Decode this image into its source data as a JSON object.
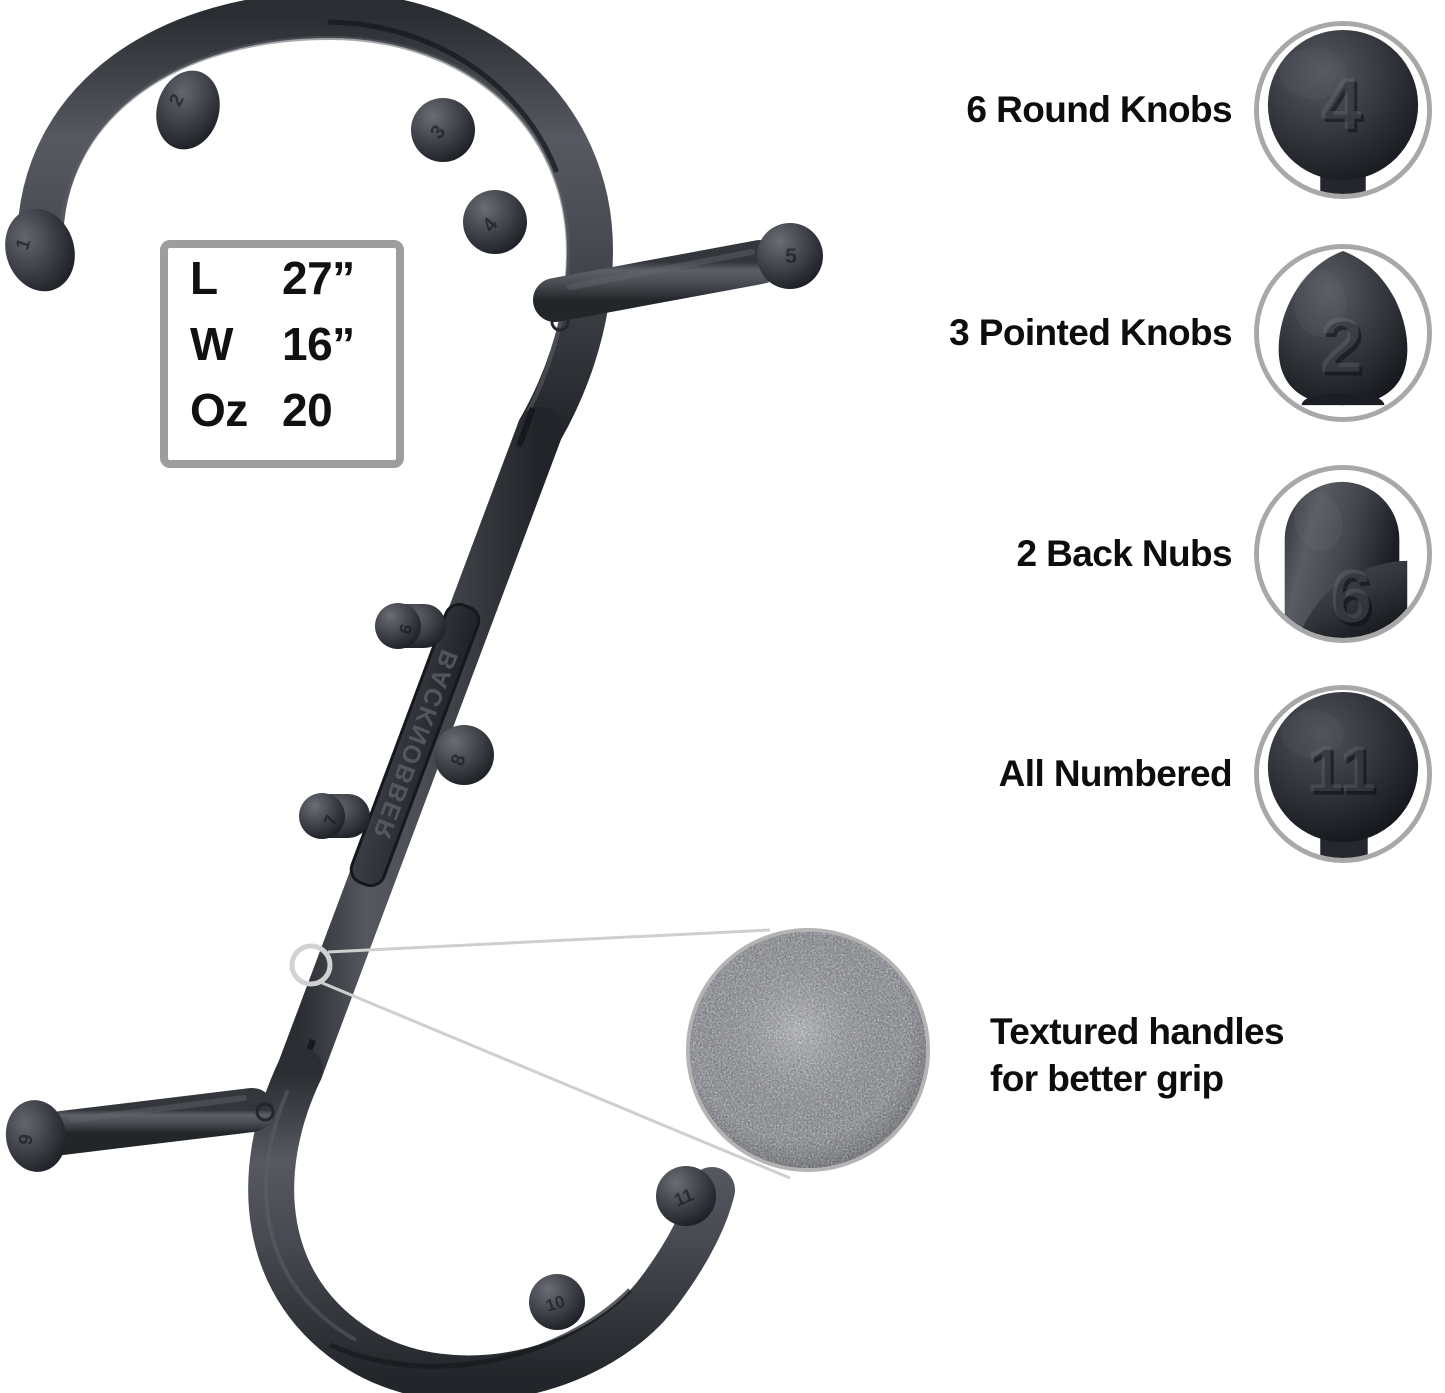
{
  "product": {
    "name": "handheld massage hook",
    "brand_emboss": "BACKNOBBER",
    "body_color": "#3a3d42",
    "body_color_dark": "#22252a",
    "body_color_light": "#6e7278"
  },
  "spec_box": {
    "border_color": "#9d9d9d",
    "rows": [
      {
        "key": "L",
        "value": "27”"
      },
      {
        "key": "W",
        "value": "16”"
      },
      {
        "key": "Oz",
        "value": "20"
      }
    ]
  },
  "features": [
    {
      "label": "6 Round Knobs",
      "callout_number": "4",
      "knob_type": "round"
    },
    {
      "label": "3 Pointed Knobs",
      "callout_number": "2",
      "knob_type": "pointed"
    },
    {
      "label": "2 Back Nubs",
      "callout_number": "6",
      "knob_type": "nub"
    },
    {
      "label": "All Numbered",
      "callout_number": "11",
      "knob_type": "round"
    }
  ],
  "texture_callout": {
    "caption_line1": "Textured handles",
    "caption_line2": "for better grip",
    "border_color": "#b4b4b4"
  },
  "knob_labels": {
    "k1": "1",
    "k2": "2",
    "k3": "3",
    "k4": "4",
    "k5": "5",
    "k6": "6",
    "k7": "7",
    "k8": "8",
    "k9": "9",
    "k10": "10",
    "k11": "11"
  },
  "colors": {
    "background": "#ffffff",
    "text": "#0d0d0d",
    "callout_border": "#a8a8a8",
    "leader_line": "#c9c9c9"
  }
}
